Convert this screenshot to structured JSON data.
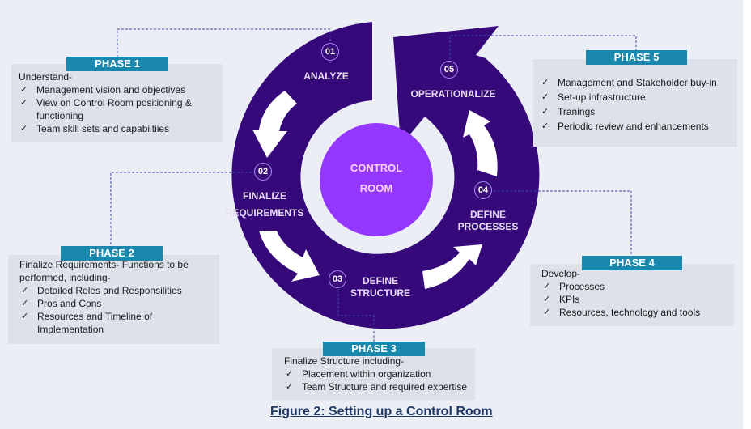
{
  "center": {
    "line1": "CONTROL",
    "line2": "ROOM"
  },
  "colors": {
    "ring": "#36097a",
    "center": "#9437ff",
    "background": "#eceef6",
    "phase_tag": "#1a87ad",
    "box": "#dce1ea",
    "connector": "#3b4aa8",
    "caption": "#1f3864"
  },
  "steps": [
    {
      "num": "01",
      "label_lines": [
        "ANALYZE"
      ]
    },
    {
      "num": "02",
      "label_lines": [
        "FINALIZE",
        "REQUIREMENTS"
      ]
    },
    {
      "num": "03",
      "label_lines": [
        "DEFINE",
        "STRUCTURE"
      ]
    },
    {
      "num": "04",
      "label_lines": [
        "DEFINE",
        "PROCESSES"
      ]
    },
    {
      "num": "05",
      "label_lines": [
        "OPERATIONALIZE"
      ]
    }
  ],
  "phases": [
    {
      "tag": "PHASE 1",
      "intro": "Understand-",
      "items": [
        "Management vision and objectives",
        "View on Control Room positioning & functioning",
        "Team skill sets and capabiltiies"
      ]
    },
    {
      "tag": "PHASE 2",
      "intro": "Finalize Requirements- Functions to be performed, including-",
      "items": [
        "Detailed Roles and Responsilities",
        "Pros and Cons",
        "Resources and Timeline of Implementation"
      ]
    },
    {
      "tag": "PHASE 3",
      "intro": "Finalize Structure including-",
      "items": [
        "Placement within organization",
        "Team Structure and required expertise"
      ]
    },
    {
      "tag": "PHASE 4",
      "intro": "Develop-",
      "items": [
        "Processes",
        "KPIs",
        "Resources, technology and tools"
      ]
    },
    {
      "tag": "PHASE 5",
      "intro": "",
      "items": [
        "Management and Stakeholder buy-in",
        "Set-up infrastructure",
        "Tranings",
        "Periodic review and enhancements"
      ]
    }
  ],
  "check_glyph": "✓",
  "caption": "Figure 2: Setting up a Control Room"
}
